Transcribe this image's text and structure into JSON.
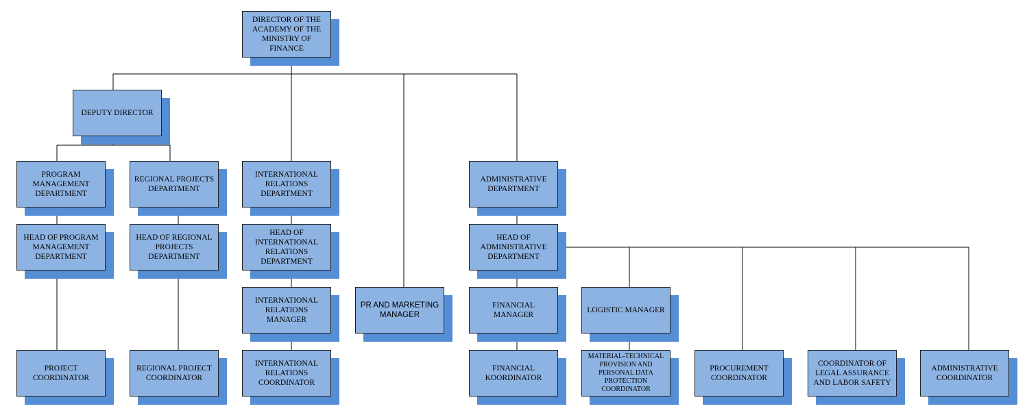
{
  "org_chart": {
    "nodes": {
      "director": "DIRECTOR OF THE ACADEMY OF THE MINISTRY OF FINANCE",
      "deputy": "DEPUTY DIRECTOR",
      "program_dept": "PROGRAM MANAGEMENT DEPARTMENT",
      "regional_dept": "REGIONAL PROJECTS DEPARTMENT",
      "intl_dept": "INTERNATIONAL RELATIONS DEPARTMENT",
      "admin_dept": "ADMINISTRATIVE DEPARTMENT",
      "head_program": "HEAD OF PROGRAM MANAGEMENT DEPARTMENT",
      "head_regional": "HEAD OF REGIONAL PROJECTS DEPARTMENT",
      "head_intl": "HEAD OF INTERNATIONAL RELATIONS DEPARTMENT",
      "head_admin": "HEAD OF ADMINISTRATIVE DEPARTMENT",
      "intl_manager": "INTERNATIONAL RELATIONS MANAGER",
      "pr_manager": "PR AND MARKETING MANAGER",
      "financial_manager": "FINANCIAL MANAGER",
      "logistic_manager": "LOGISTIC MANAGER",
      "project_coord": "PROJECT COORDINATOR",
      "regional_coord": "REGIONAL PROJECT COORDINATOR",
      "intl_coord": "INTERNATIONAL RELATIONS COORDINATOR",
      "financial_coord": "FINANCIAL KOORDINATOR",
      "mtp_coord": "MATERIAL-TECHNICAL PROVISION AND PERSONAL DATA PROTECTION COORDINATOR",
      "procurement_coord": "PROCUREMENT COORDINATOR",
      "legal_coord": "COORDINATOR OF LEGAL ASSURANCE AND LABOR SAFETY",
      "admin_coord": "ADMINISTRATIVE COORDINATOR"
    },
    "colors": {
      "box_fill": "#8db3e2",
      "box_shadow": "#558ed5",
      "border": "#1f1f1f",
      "line": "#000000"
    }
  }
}
